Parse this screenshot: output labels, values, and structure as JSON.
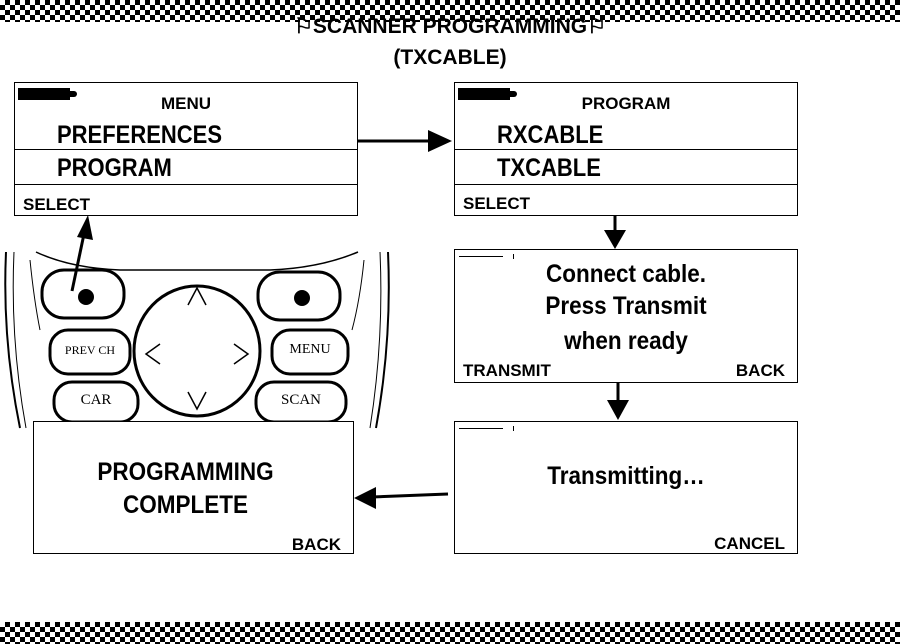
{
  "title": {
    "line1": "⚐SCANNER PROGRAMMING⚐",
    "line2": "(TXCABLE)"
  },
  "menu_screen": {
    "header": "MENU",
    "items": [
      "PREFERENCES",
      "PROGRAM"
    ],
    "softkey": "SELECT"
  },
  "program_screen": {
    "header": "PROGRAM",
    "items": [
      "RXCABLE",
      "TXCABLE"
    ],
    "softkey": "SELECT"
  },
  "connect_screen": {
    "lines": [
      "Connect cable.",
      "Press Transmit",
      "when ready"
    ],
    "left_softkey": "TRANSMIT",
    "right_softkey": "BACK"
  },
  "transmitting_screen": {
    "text": "Transmitting…",
    "softkey": "CANCEL"
  },
  "complete_screen": {
    "lines": [
      "PROGRAMMING",
      "COMPLETE"
    ],
    "softkey": "BACK"
  },
  "keypad": {
    "keys": [
      "PREV CH",
      "MENU",
      "CAR",
      "SCAN"
    ],
    "arrows": [
      "^",
      "<",
      ">",
      "v"
    ]
  }
}
